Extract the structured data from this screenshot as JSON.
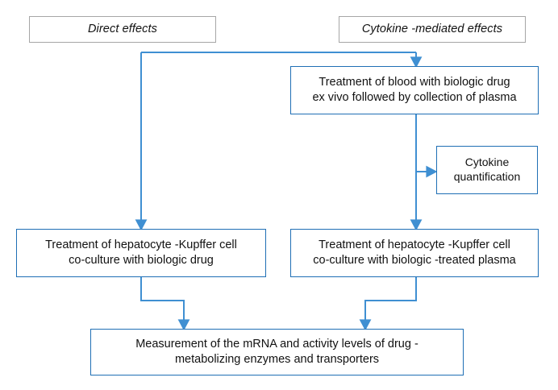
{
  "diagram": {
    "title_headers": [
      {
        "id": "direct-effects",
        "label": "Direct effects"
      },
      {
        "id": "cytokine-mediated-effects",
        "label": "Cytokine -mediated effects"
      }
    ],
    "nodes": [
      {
        "id": "blood-treatment",
        "label": "Treatment of blood with biologic drug\nex vivo followed by collection  of plasma"
      },
      {
        "id": "cytokine-quantification",
        "label": "Cytokine\nquantification"
      },
      {
        "id": "cocult-biologic-drug",
        "label": "Treatment of hepatocyte -Kupffer cell\nco-culture with biologic drug"
      },
      {
        "id": "cocult-biologic-treated-plasma",
        "label": "Treatment of hepatocyte -Kupffer cell\nco-culture with biologic -treated plasma"
      },
      {
        "id": "measurement",
        "label": "Measurement of the mRNA and activity levels of drug -\nmetabolizing enzymes and transporters"
      }
    ],
    "colors": {
      "connector": "#3f8fd2",
      "process_border": "#1f6fb5",
      "header_border": "#a6a6a6",
      "text": "#111111",
      "background": "#ffffff"
    }
  }
}
